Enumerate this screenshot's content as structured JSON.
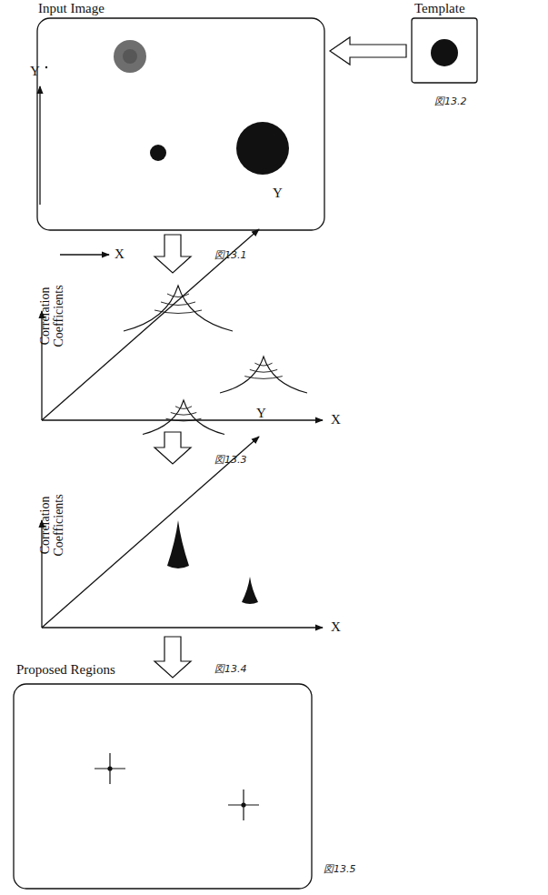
{
  "diagram": {
    "nodes": [
      {
        "text": [
          "Input Image"
        ]
      },
      {
        "text": [
          "Template"
        ]
      },
      {
        "text": [
          "Proposed Regions"
        ]
      }
    ],
    "edges": [
      {
        "from": 1,
        "to": 0,
        "arrow": "to"
      }
    ],
    "labels": [
      "Y",
      "X",
      "図13.1",
      "図13.2",
      "Y",
      "Correlation Coefficients",
      "X",
      "図13.3",
      "Y",
      "Correlation Coefficients",
      "X",
      "図13.4",
      "図13.5"
    ]
  }
}
